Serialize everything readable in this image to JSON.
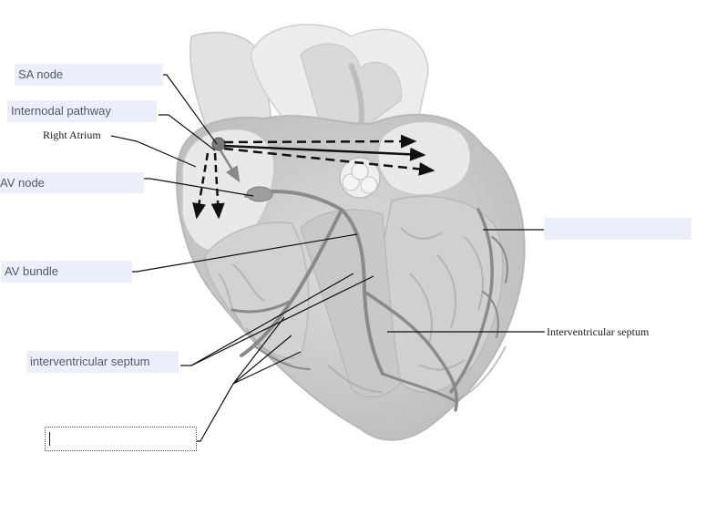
{
  "labels": {
    "sa_node": "SA node",
    "internodal_pathway": "Internodal pathway",
    "right_atrium": "Right Atrium",
    "av_node": "AV node",
    "av_bundle": "AV bundle",
    "interventricular_septum_field": "interventricular septum",
    "interventricular_septum_right": "Interventricular septum",
    "blank_right_field": "",
    "blank_active_field": ""
  },
  "colors": {
    "field_background": "#eceef9",
    "field_text": "#55586d",
    "heart_tissue": "#d4d4d4",
    "chamber_light": "#e6e6e6",
    "conduction_path": "#8a8a8a",
    "leader_line": "#111111"
  }
}
